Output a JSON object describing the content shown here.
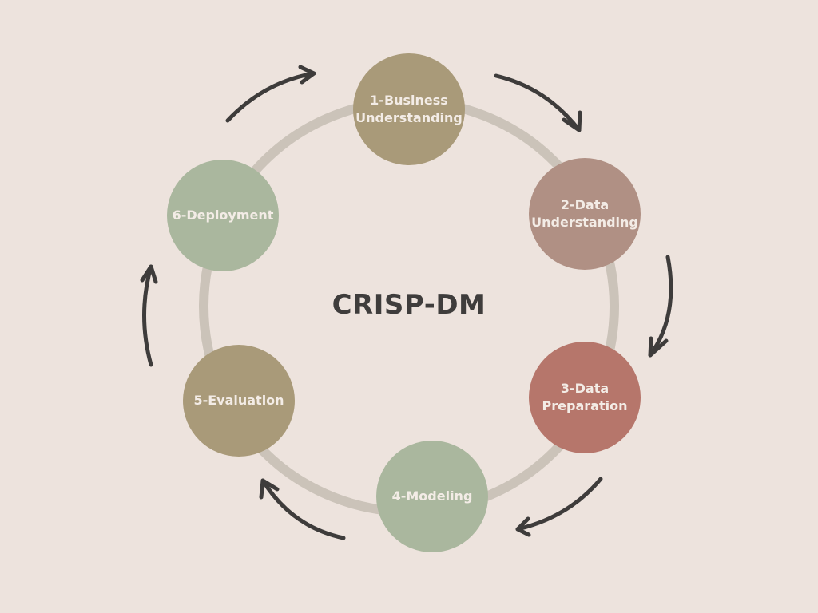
{
  "title": "CRISP-DM",
  "phases": [
    {
      "label": "1-Business\nUnderstanding",
      "color": "#a99a79"
    },
    {
      "label": "2-Data\nUnderstanding",
      "color": "#b09084"
    },
    {
      "label": "3-Data\nPreparation",
      "color": "#b6766b"
    },
    {
      "label": "4-Modeling",
      "color": "#aab79e"
    },
    {
      "label": "5-Evaluation",
      "color": "#a99a79"
    },
    {
      "label": "6-Deployment",
      "color": "#aab79e"
    }
  ],
  "colors": {
    "background": "#ede3dd",
    "ring": "#cbc3b9",
    "arrow": "#3e3c3b",
    "label_text": "#f3ece6",
    "title_text": "#3f3d3c"
  }
}
